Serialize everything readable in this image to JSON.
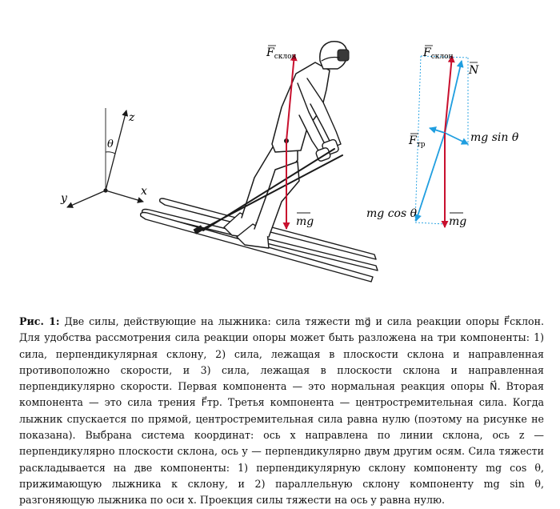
{
  "figure": {
    "axes": {
      "z": "z",
      "x": "x",
      "y": "y",
      "theta": "θ"
    },
    "left_labels": {
      "f_slope": "F",
      "f_slope_sub": "склон",
      "mg": "mg"
    },
    "right_labels": {
      "f_slope": "F",
      "f_slope_sub": "склон",
      "n": "N",
      "f_tr": "F",
      "f_tr_sub": "тр",
      "mg_sin": "mg sin θ",
      "mg_cos": "mg cos θ",
      "mg": "mg"
    },
    "colors": {
      "red": "#c8102e",
      "blue": "#1f9ee0",
      "black": "#1a1a1a"
    }
  },
  "caption": {
    "label": "Рис. 1:",
    "text": "Две силы, действующие на лыжника: сила тяжести mg⃗ и сила реакции опоры F⃗склон. Для удобства рассмотрения сила реакции опоры может быть разложена на три компоненты: 1) сила, перпендикулярная склону, 2) сила, лежащая в плоскости склона и направленная противоположно скорости, и 3) сила, лежащая в плоскости склона и направленная перпендикулярно скорости. Первая компонента — это нормальная реакция опоры N⃗. Вторая компонента — это сила трения F⃗тр. Третья компонента — центростремительная сила. Когда лыжник спускается по прямой, центростремительная сила равна нулю (поэтому на рисунке не показана). Выбрана система координат: ось x направлена по линии склона, ось z — перпендикулярно плоскости склона, ось y — перпендикулярно двум другим осям. Сила тяжести раскладывается на две компоненты: 1) перпендикулярную склону компоненту mg cos θ, прижимающую лыжника к склону, и 2) параллельную склону компоненту mg sin θ, разгоняющую лыжника по оси x. Проекция силы тяжести на ось y равна нулю."
  }
}
